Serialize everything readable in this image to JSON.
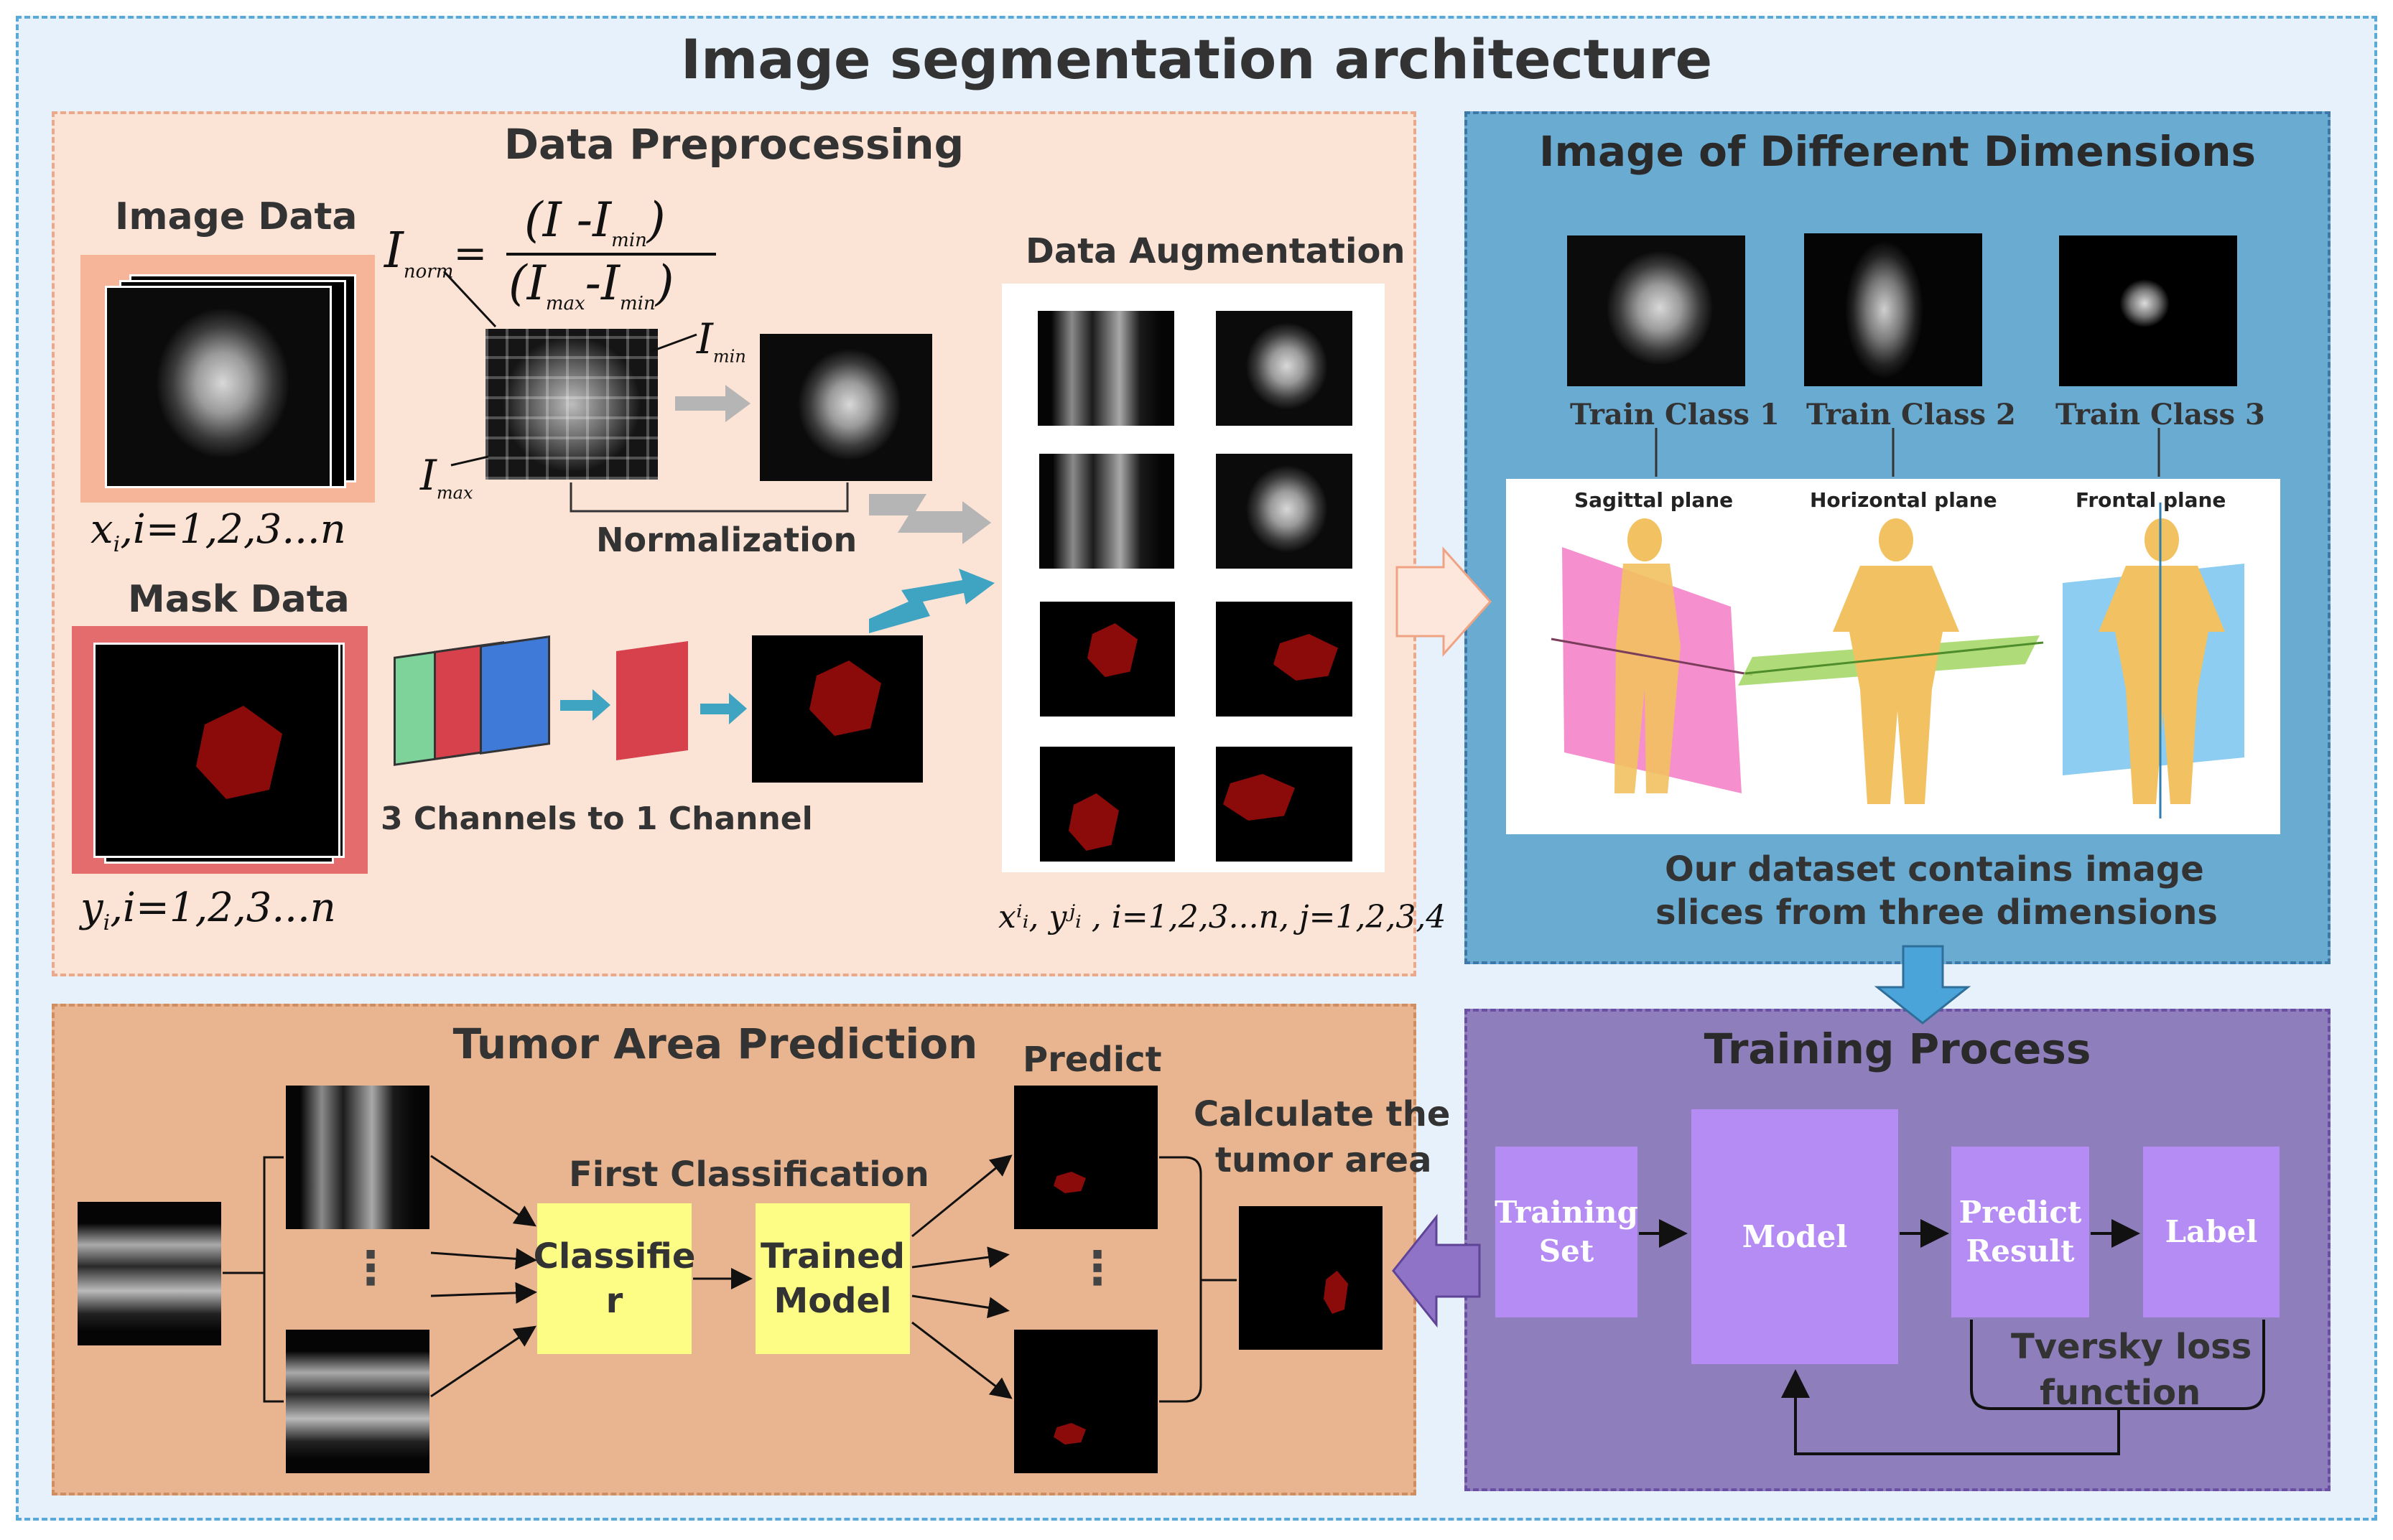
{
  "main_title": "Image segmentation architecture",
  "preprocessing": {
    "title": "Data Preprocessing",
    "image_data_label": "Image Data",
    "image_data_caption": "x",
    "image_data_sub": "i",
    "image_data_range": ",i=1,2,3...n",
    "mask_data_label": "Mask Data",
    "mask_data_caption": "y",
    "mask_data_sub": "i",
    "mask_data_range": ",i=1,2,3...n",
    "formula_lhs": "I",
    "formula_lhs_sub": "norm",
    "formula_eq": "=",
    "formula_num": "(I -I",
    "formula_num_sub": "min",
    "formula_num_close": ")",
    "formula_den": "(I",
    "formula_den_sub1": "max",
    "formula_den_mid": "-I",
    "formula_den_sub2": "min",
    "formula_den_close": ")",
    "imin_label": "I",
    "imin_sub": "min",
    "imax_label": "I",
    "imax_sub": "max",
    "normalization_label": "Normalization",
    "channels_label": "3 Channels to 1 Channel",
    "augmentation_label": "Data Augmentation",
    "augmentation_caption": "x",
    "augmentation_caption_full": "xⁱᵢ, yʲᵢ , i=1,2,3...n, j=1,2,3,4"
  },
  "dimensions": {
    "title": "Image of Different Dimensions",
    "classes": [
      "Train Class 1",
      "Train Class 2",
      "Train Class 3"
    ],
    "planes": [
      "Sagittal plane",
      "Horizontal plane",
      "Frontal plane"
    ],
    "caption_line1": "Our dataset contains image",
    "caption_line2": "slices from three dimensions"
  },
  "prediction": {
    "title": "Tumor Area Prediction",
    "first_classification": "First Classification",
    "classifier_line1": "Classifie",
    "classifier_line2": "r",
    "trained_line1": "Trained",
    "trained_line2": "Model",
    "predict_label": "Predict",
    "calc_line1": "Calculate the",
    "calc_line2": "tumor area",
    "ellipsis": "⋮"
  },
  "training": {
    "title": "Training Process",
    "training_set_line1": "Training",
    "training_set_line2": "Set",
    "model": "Model",
    "predict_result_line1": "Predict",
    "predict_result_line2": "Result",
    "label": "Label",
    "loss_line1": "Tversky loss",
    "loss_line2": "function"
  },
  "colors": {
    "tumor": "#8b0a0a",
    "yellow_box": "#fdfd86",
    "purple_box": "#b58cf4",
    "arrow_teal": "#3fa3c2",
    "arrow_gray": "#b5b5b5"
  }
}
